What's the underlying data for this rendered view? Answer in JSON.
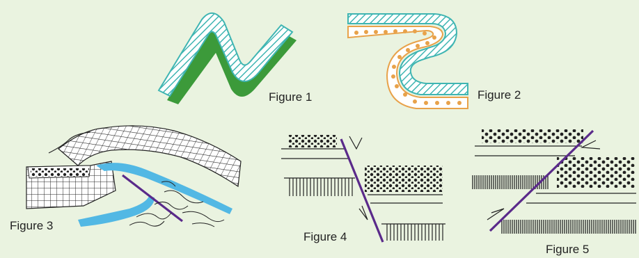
{
  "figures": [
    {
      "id": 1,
      "caption": "Figure 1"
    },
    {
      "id": 2,
      "caption": "Figure 2"
    },
    {
      "id": 3,
      "caption": "Figure 3"
    },
    {
      "id": 4,
      "caption": "Figure 4"
    },
    {
      "id": 5,
      "caption": "Figure 5"
    }
  ],
  "colors": {
    "background": "#eaf3e0",
    "teal_layer": "#3fb5b2",
    "green_layer": "#3c9a3a",
    "orange_layer": "#e8a24a",
    "blue_layer": "#52b8e4",
    "fault_purple": "#5a2a8a",
    "ink": "#222222"
  }
}
